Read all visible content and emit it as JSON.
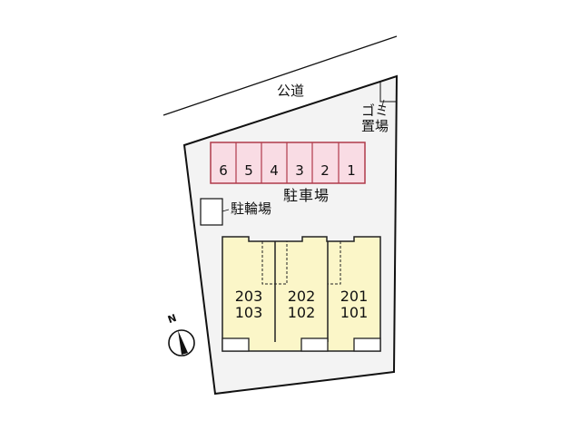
{
  "road": {
    "label": "公道"
  },
  "garbage": {
    "label_line1": "ゴミ",
    "label_line2": "置場"
  },
  "parking": {
    "label": "駐車場",
    "spots": [
      "6",
      "5",
      "4",
      "3",
      "2",
      "1"
    ],
    "fill_color": "#f9dce4",
    "border_color": "#b03a4a"
  },
  "bicycle_parking": {
    "label": "駐輪場"
  },
  "building": {
    "fill_color": "#fbf6c8",
    "units": [
      {
        "upper": "203",
        "lower": "103"
      },
      {
        "upper": "202",
        "lower": "102"
      },
      {
        "upper": "201",
        "lower": "101"
      }
    ]
  },
  "compass": {
    "label": "N"
  },
  "lot": {
    "fill_color": "#f3f3f3"
  }
}
